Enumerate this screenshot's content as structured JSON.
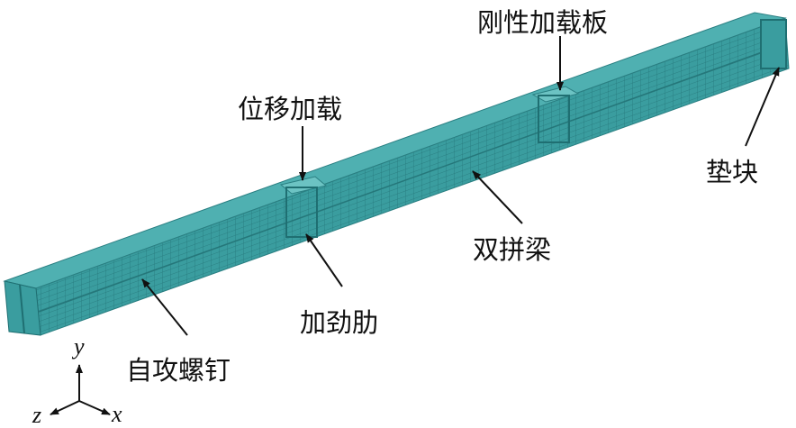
{
  "labels": {
    "rigid_plate": "刚性加载板",
    "displacement_load": "位移加载",
    "pad": "垫块",
    "double_beam": "双拼梁",
    "stiffener": "加劲肋",
    "self_tapping_screw": "自攻螺钉"
  },
  "axes": {
    "x": "x",
    "y": "y",
    "z": "z"
  },
  "colors": {
    "beam": "#3a9d9f",
    "mesh": "#1f6f72"
  }
}
